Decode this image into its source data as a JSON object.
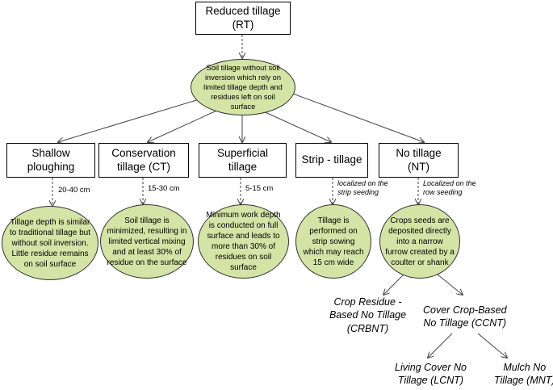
{
  "root": {
    "title_line1": "Reduced tillage",
    "title_line2": "(RT)"
  },
  "definition": "Soil tillage without soil inversion which rely on limited tillage depth and residues left on soil surface",
  "categories": [
    {
      "label": "Shallow\nploughing",
      "depth": "20-40 cm",
      "note": "",
      "description": "Tillage depth is similar to traditional tillage but without soil inversion. Little residue remains on soil surface"
    },
    {
      "label": "Conservation\ntillage (CT)",
      "depth": "15-30 cm",
      "note": "",
      "description": "Soil tillage is minimized, resulting in limited vertical mixing and at least 30% of residue on the surface"
    },
    {
      "label": "Superficial\ntillage",
      "depth": "5-15 cm",
      "note": "",
      "description": "Minimum work depth is conducted on full surface and leads to more than 30% of residues on soil surface"
    },
    {
      "label": "Strip - tillage",
      "depth": "",
      "note": "localized on the\nstrip seeding",
      "description": "Tillage is performed on strip sowing which may reach 15 cm wide"
    },
    {
      "label": "No tillage\n(NT)",
      "depth": "",
      "note": "Localized on the\nrow seeding",
      "description": "Crops seeds are deposited directly into a narrow furrow created by a coulter or shank"
    }
  ],
  "no_tillage_types": {
    "crbnt": "Crop Residue -\nBased No Tillage\n(CRBNT)",
    "ccnt": "Cover Crop-Based\nNo Tillage (CCNT)",
    "lcnt": "Living Cover No\nTillage (LCNT)",
    "mnt": "Mulch No\nTillage (MNT)"
  },
  "colors": {
    "oval_fill": "#d4e4a6",
    "line": "#444444"
  }
}
